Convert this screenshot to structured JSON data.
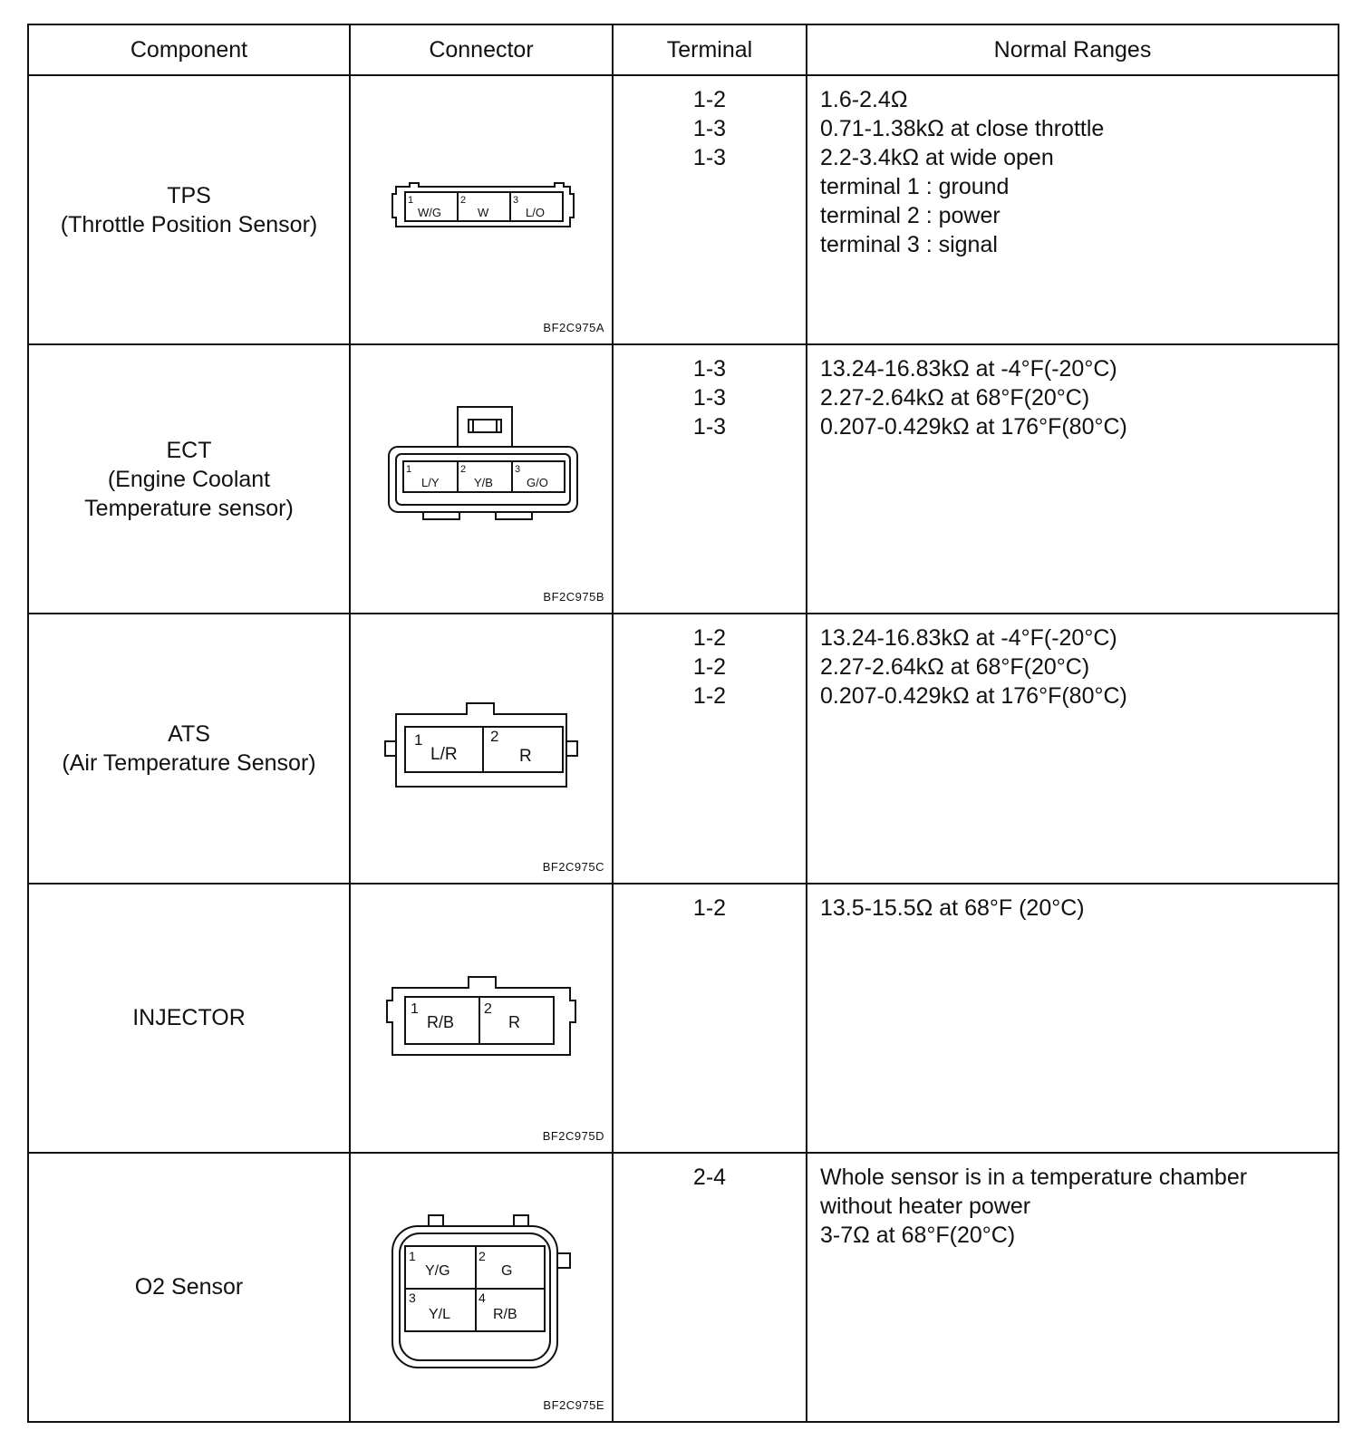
{
  "headers": {
    "component": "Component",
    "connector": "Connector",
    "terminal": "Terminal",
    "normal_ranges": "Normal Ranges"
  },
  "rows": [
    {
      "component": [
        "TPS",
        "(Throttle Position Sensor)"
      ],
      "connector": {
        "code": "BF2C975A",
        "pins": [
          {
            "num": "1",
            "wire": "W/G"
          },
          {
            "num": "2",
            "wire": "W"
          },
          {
            "num": "3",
            "wire": "L/O"
          }
        ]
      },
      "terminals": [
        "1-2",
        "1-3",
        "1-3"
      ],
      "ranges": [
        "1.6-2.4Ω",
        "0.71-1.38kΩ at close throttle",
        "2.2-3.4kΩ at wide open",
        "terminal 1 :  ground",
        "terminal 2 :  power",
        "terminal 3 :  signal"
      ]
    },
    {
      "component": [
        "ECT",
        "(Engine  Coolant",
        "Temperature sensor)"
      ],
      "connector": {
        "code": "BF2C975B",
        "pins": [
          {
            "num": "1",
            "wire": "L/Y"
          },
          {
            "num": "2",
            "wire": "Y/B"
          },
          {
            "num": "3",
            "wire": "G/O"
          }
        ]
      },
      "terminals": [
        "1-3",
        "1-3",
        "1-3"
      ],
      "ranges": [
        "13.24-16.83kΩ at -4°F(-20°C)",
        "2.27-2.64kΩ at 68°F(20°C)",
        "0.207-0.429kΩ at 176°F(80°C)"
      ]
    },
    {
      "component": [
        "ATS",
        "(Air Temperature Sensor)"
      ],
      "connector": {
        "code": "BF2C975C",
        "pins": [
          {
            "num": "1",
            "wire": "L/R"
          },
          {
            "num": "2",
            "wire": "R"
          }
        ]
      },
      "terminals": [
        "1-2",
        "1-2",
        "1-2"
      ],
      "ranges": [
        "13.24-16.83kΩ at -4°F(-20°C)",
        "2.27-2.64kΩ at 68°F(20°C)",
        "0.207-0.429kΩ at 176°F(80°C)"
      ]
    },
    {
      "component": [
        "INJECTOR"
      ],
      "connector": {
        "code": "BF2C975D",
        "pins": [
          {
            "num": "1",
            "wire": "R/B"
          },
          {
            "num": "2",
            "wire": "R"
          }
        ]
      },
      "terminals": [
        "1-2"
      ],
      "ranges": [
        "13.5-15.5Ω at 68°F (20°C)"
      ]
    },
    {
      "component": [
        "O2 Sensor"
      ],
      "connector": {
        "code": "BF2C975E",
        "pins": [
          {
            "num": "1",
            "wire": "Y/G"
          },
          {
            "num": "2",
            "wire": "G"
          },
          {
            "num": "3",
            "wire": "Y/L"
          },
          {
            "num": "4",
            "wire": "R/B"
          }
        ]
      },
      "terminals": [
        "2-4"
      ],
      "ranges": [
        "Whole sensor is in a temperature chamber",
        "without heater power",
        "3-7Ω at 68°F(20°C)"
      ]
    }
  ]
}
